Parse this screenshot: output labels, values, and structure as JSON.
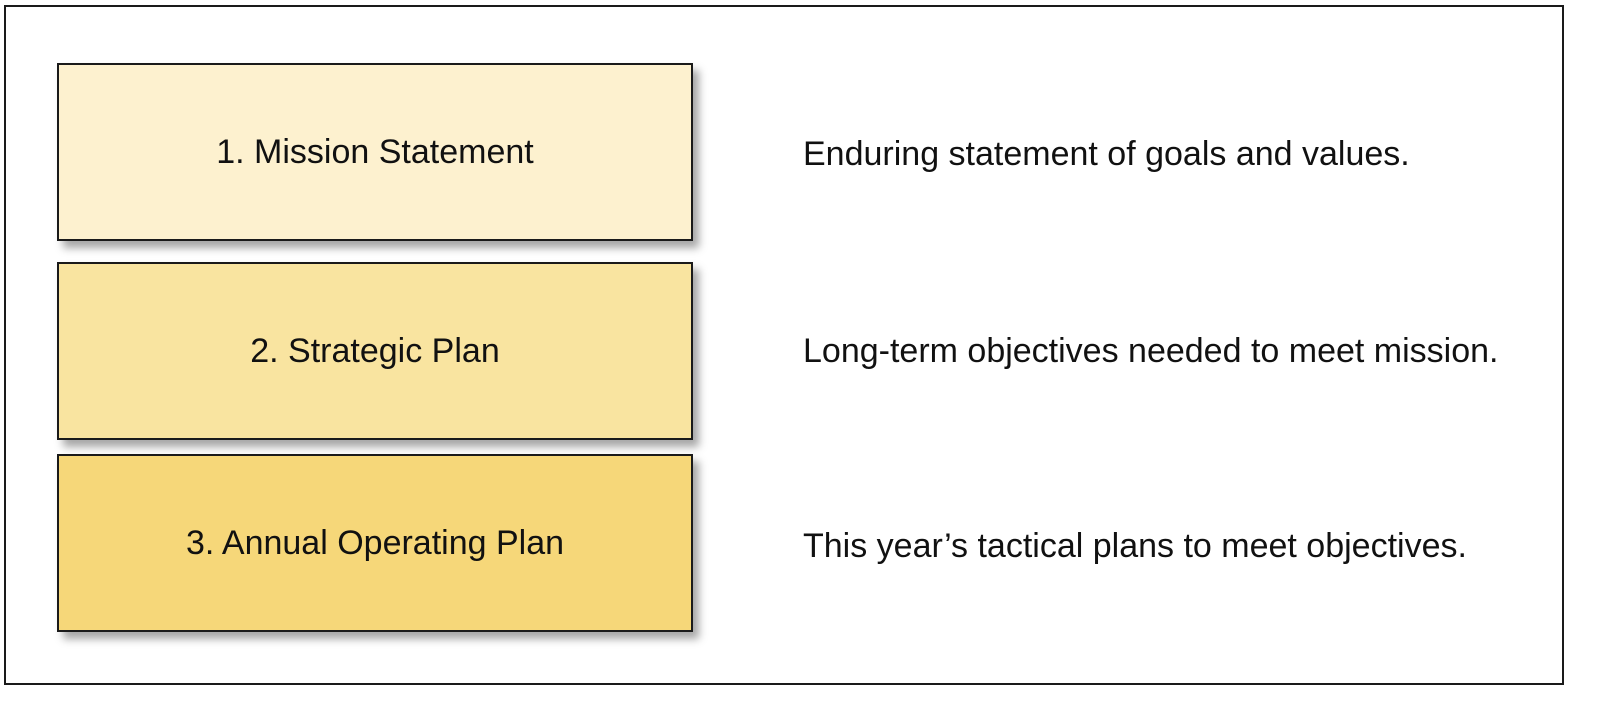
{
  "levels": [
    {
      "label": "1. Mission Statement",
      "description": "Enduring statement of goals and values.",
      "fill_color": "#fdf1cf"
    },
    {
      "label": "2. Strategic Plan",
      "description": "Long-term objectives needed to meet mission.",
      "fill_color": "#f9e4a0"
    },
    {
      "label": "3. Annual Operating Plan",
      "description": "This year’s tactical plans to meet objectives.",
      "fill_color": "#f6d779"
    }
  ]
}
